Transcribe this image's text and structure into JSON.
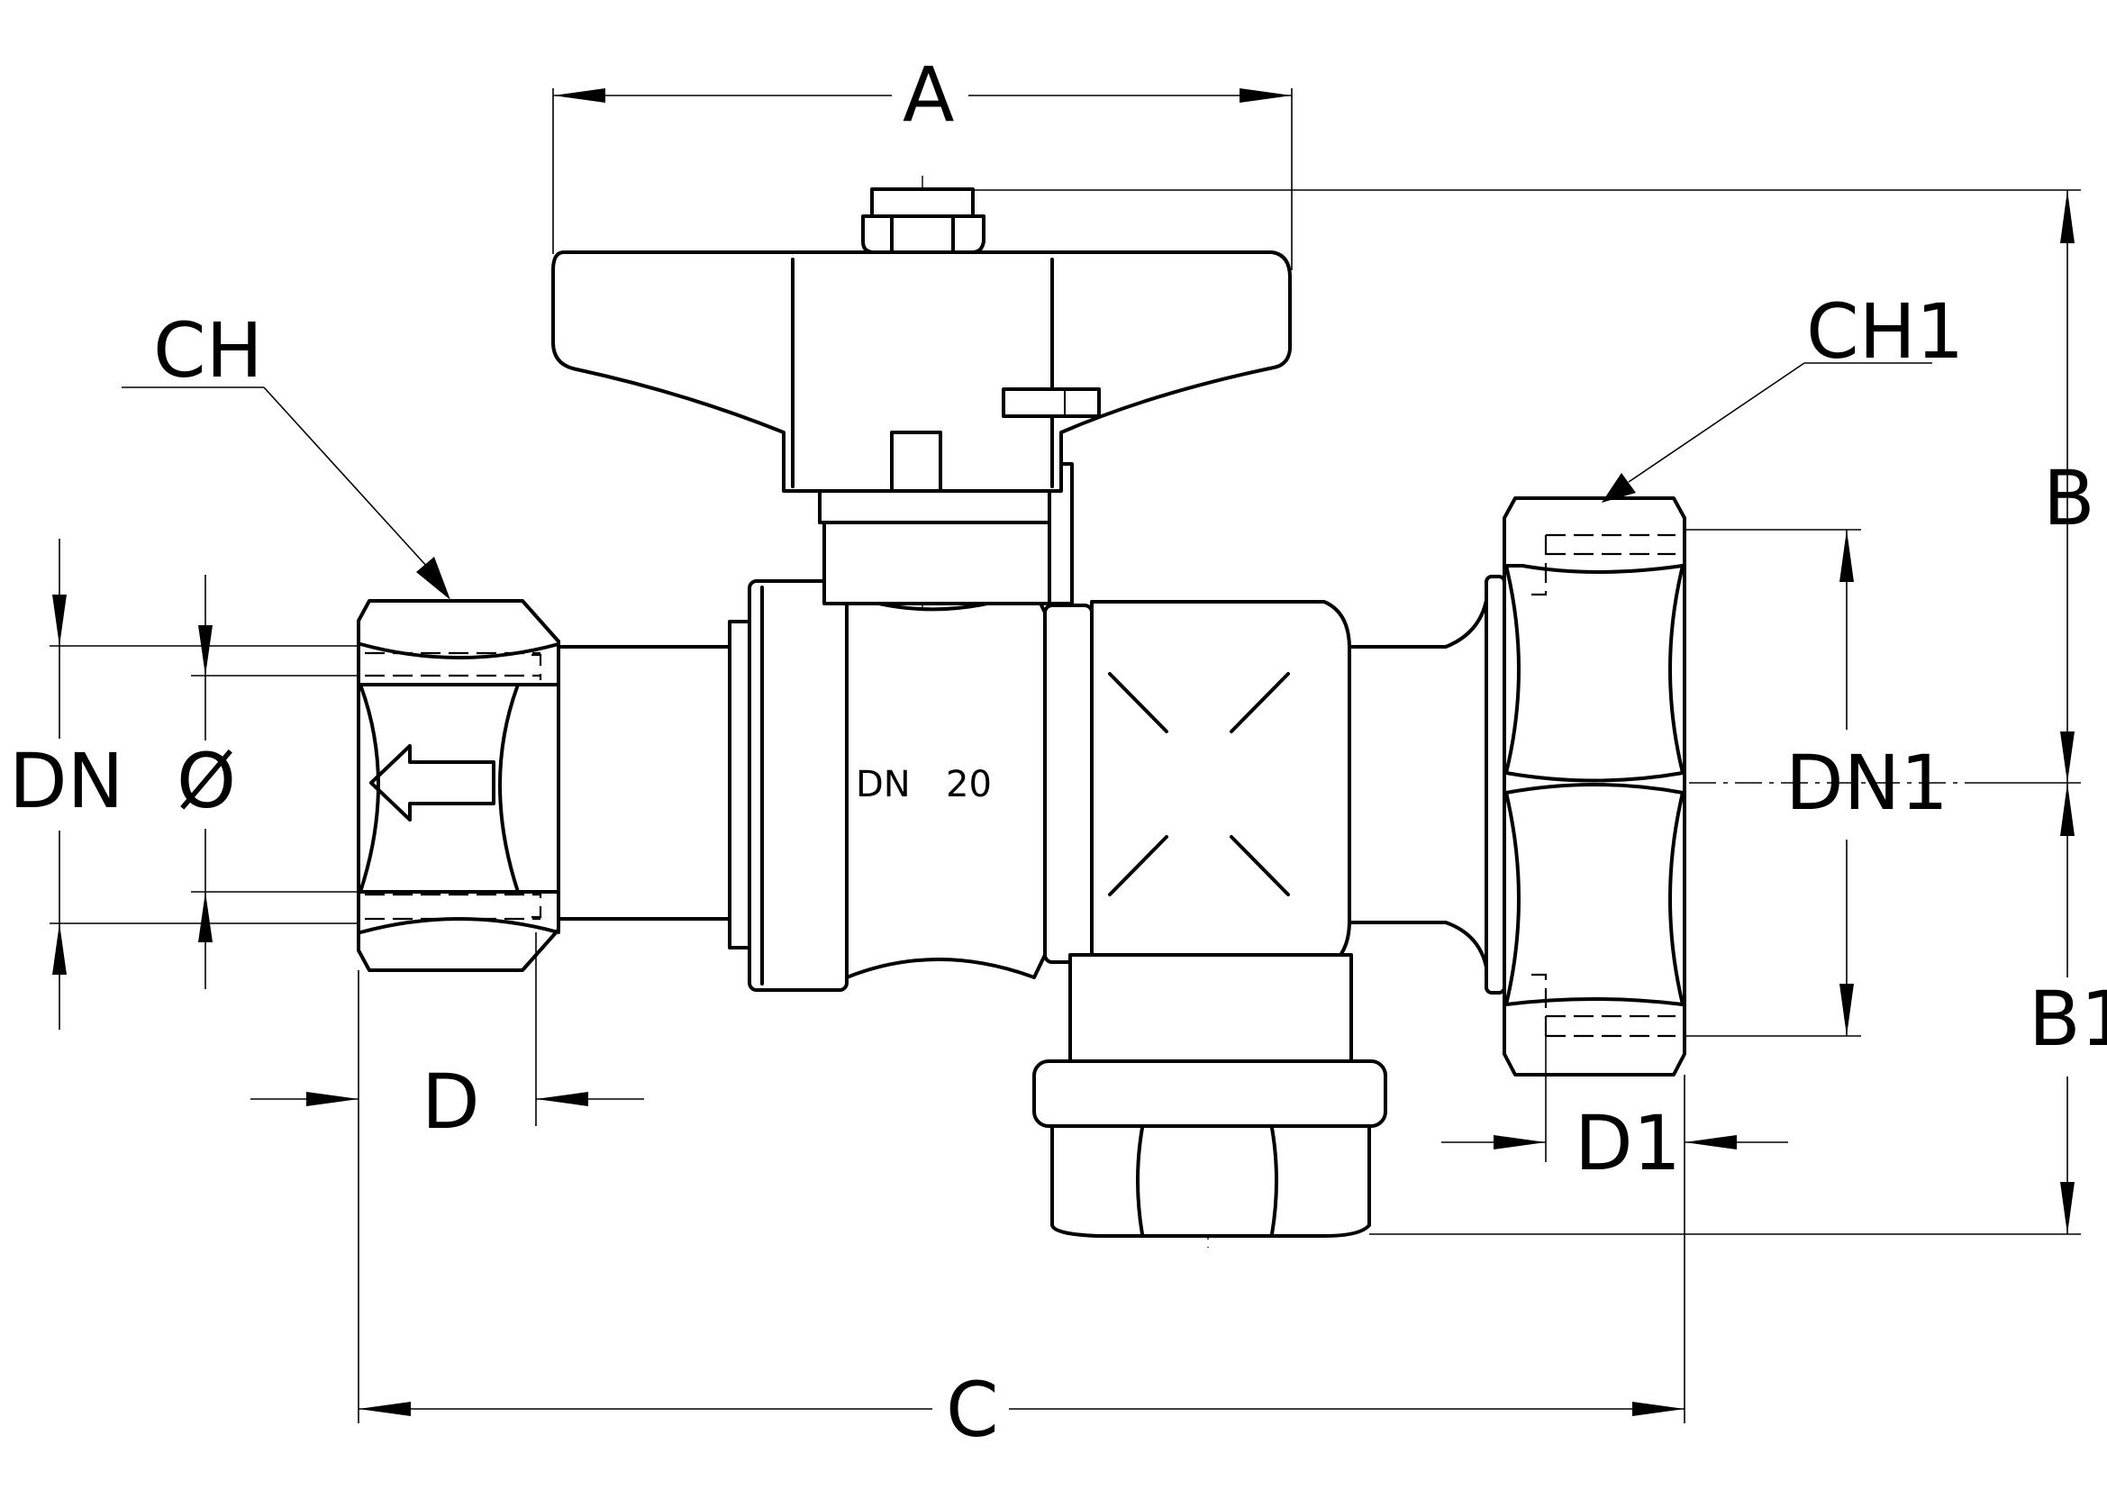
{
  "labels": {
    "A": "A",
    "B": "B",
    "B1": "B1",
    "C": "C",
    "CH": "CH",
    "CH1": "CH1",
    "DN": "DN",
    "diameter": "Ø",
    "DN1": "DN1",
    "D": "D",
    "D1": "D1"
  },
  "body_marking": {
    "prefix": "DN",
    "size": "20"
  }
}
